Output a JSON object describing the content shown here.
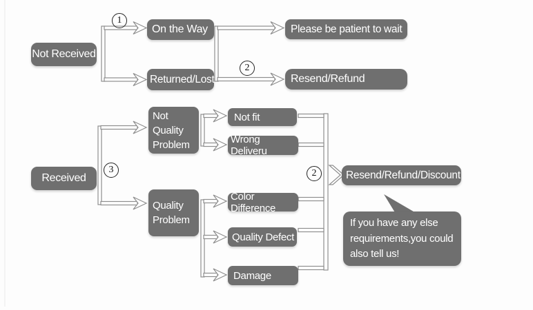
{
  "diagram_type": "flowchart",
  "nodes": {
    "not_received": "Not Received",
    "on_the_way": "On the Way",
    "returned_lost": "Returned/Lost",
    "please_wait": "Please be patient to wait",
    "resend_refund": "Resend/Refund",
    "received": "Received",
    "not_quality_problem": "Not Quality Problem",
    "quality_problem": "Quality Problem",
    "not_fit": "Not fit",
    "wrong_deliveru": "Wrong Deliveru",
    "color_difference": "Color Difference",
    "quality_defect": "Quality Defect",
    "damage": "Damage",
    "resend_refund_discount": "Resend/Refund/Discount"
  },
  "step_labels": {
    "branch_1": "1",
    "merge_2_top": "2",
    "branch_3": "3",
    "merge_2_right": "2"
  },
  "bubble": {
    "text": "If you have any else\nrequirements,you could\nalso tell us!"
  },
  "colors": {
    "node_background": "#6f6f6f",
    "node_text": "#ffffff",
    "arrow_outline": "#8e8e8e",
    "arrow_fill": "#ffffff",
    "label_text": "#1c1c1c",
    "background": "#fdfdfd"
  }
}
